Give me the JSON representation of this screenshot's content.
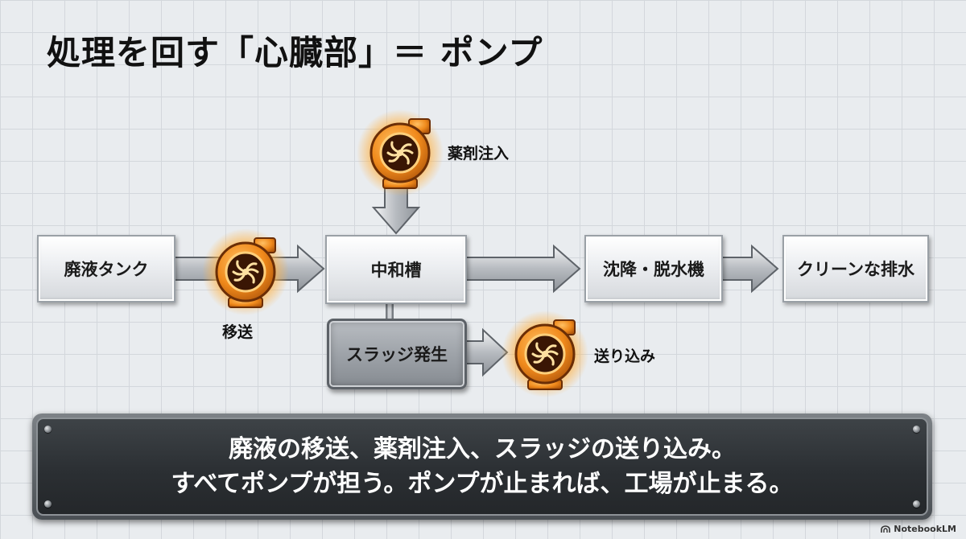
{
  "title": "処理を回す「心臓部」＝ ポンプ",
  "nodes": {
    "waste_tank": "廃液タンク",
    "neutral_tank": "中和槽",
    "settling": "沈降・脱水機",
    "clean_water": "クリーンな排水",
    "sludge": "スラッジ発生"
  },
  "pumps": {
    "transfer": "移送",
    "chemical": "薬剤注入",
    "feed": "送り込み"
  },
  "summary": {
    "line1": "廃液の移送、薬剤注入、スラッジの送り込み。",
    "line2": "すべてポンプが担う。ポンプが止まれば、工場が止まる。"
  },
  "logo": "NotebookLM",
  "colors": {
    "pump_orange": "#f08a1c",
    "pump_dark": "#8a3a08",
    "arrow_gray": "#9aa0a6"
  }
}
